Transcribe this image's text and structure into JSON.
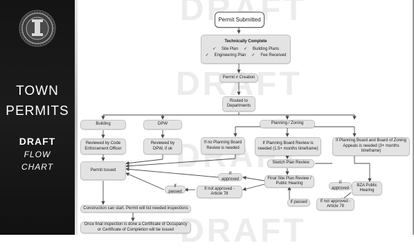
{
  "sidebar": {
    "title_line1": "TOWN",
    "title_line2": "PERMITS",
    "draft": "DRAFT",
    "flow": "FLOW",
    "chart": "CHART"
  },
  "watermark": "DRAFT",
  "nodes": {
    "permit_submitted": "Permit Submitted",
    "tech_title": "Technically Complete",
    "tech_site_plan": "Site Plan",
    "tech_building_plans": "Building Plans",
    "tech_engineering_plan": "Engineering Plan",
    "tech_fee_received": "Fee Received",
    "permit_creation": "Permit # Creation",
    "routed": "Routed to Departments",
    "building": "Building",
    "dpw": "DPW",
    "planning": "Planning / Zoning",
    "reviewed_code": "Reviewed by Code Enforcement Officer",
    "reviewed_dpw": "Reviewed by DPW, if ok",
    "no_pb": "If no Planning Board Review is needed",
    "pb_needed": "If Planning Board Review is needed (1.5+ months timeframe)",
    "pb_zba": "If Planning Board and Board of Zoning Appeals is needed (3+ months timeframe)",
    "permit_issued": "Permit Issued",
    "sketch": "Sketch Plan Review",
    "final_site": "Final Site Plan Review / Public Hearing",
    "if_approved_1": "If approved",
    "if_passed_1": "If passed",
    "if_not_approved_1": "If not approved - Article 78",
    "bza": "BZA Public Hearing",
    "if_approved_2": "If approved",
    "if_passed_2": "If passed",
    "if_not_approved_2": "If not approved - Article 78",
    "construction": "Construction can start. Permit will list needed inspections",
    "final_inspection": "Once final inspection is done a Certificate of Occupancy or Certificate of Completion will be issued"
  },
  "colors": {
    "sidebar_bg": "#181818",
    "node_fill": "#e3e3e3",
    "node_border": "#c2c2c2",
    "line": "#4a4a4a",
    "watermark": "#ececec"
  },
  "icons": [
    "town-seal-icon",
    "checkmark-icon"
  ]
}
